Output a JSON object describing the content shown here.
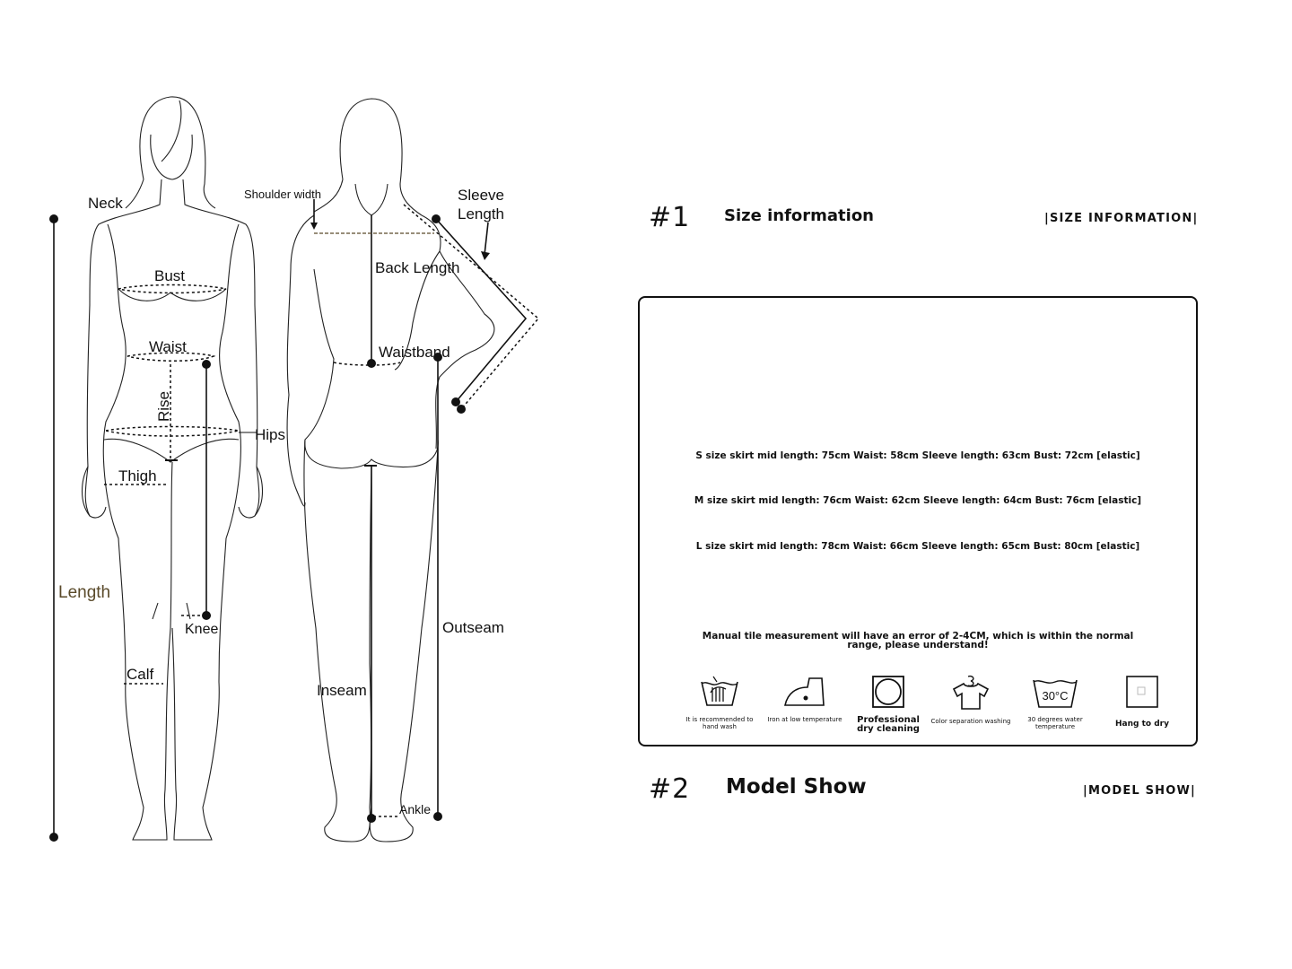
{
  "figure": {
    "labels": {
      "neck": "Neck",
      "bust": "Bust",
      "waist": "Waist",
      "rise": "Rise",
      "hips": "Hips",
      "thigh": "Thigh",
      "length": "Length",
      "knee": "Knee",
      "calf": "Calf",
      "shoulder_width": "Shoulder width",
      "sleeve_length_1": "Sleeve",
      "sleeve_length_2": "Length",
      "back_length": "Back Length",
      "waistband": "Waistband",
      "outseam": "Outseam",
      "inseam": "Inseam",
      "ankle": "Ankle"
    }
  },
  "section1": {
    "number": "#1",
    "title": "Size information",
    "tag": "|SIZE INFORMATION|"
  },
  "size_info": {
    "lines": [
      "S size skirt mid length: 75cm Waist: 58cm Sleeve length: 63cm Bust: 72cm [elastic]",
      "M size skirt mid length: 76cm Waist: 62cm Sleeve length: 64cm Bust: 76cm [elastic]",
      "L size skirt mid length: 78cm Waist: 66cm Sleeve length: 65cm Bust: 80cm [elastic]"
    ],
    "note": "Manual tile measurement will have an error of 2-4CM, which is within the normal range, please understand!"
  },
  "care": [
    {
      "icon": "hand-wash-icon",
      "label": "It is recommended to hand wash"
    },
    {
      "icon": "iron-low-icon",
      "label": "Iron at low temperature"
    },
    {
      "icon": "dry-clean-icon",
      "label": "Professional dry cleaning"
    },
    {
      "icon": "color-separation-icon",
      "label": "Color separation washing"
    },
    {
      "icon": "wash-30-icon",
      "label": "30 degrees water temperature",
      "badge": "30°C"
    },
    {
      "icon": "hang-dry-icon",
      "label": "Hang to dry"
    }
  ],
  "section2": {
    "number": "#2",
    "title": "Model Show",
    "tag": "|MODEL SHOW|"
  }
}
